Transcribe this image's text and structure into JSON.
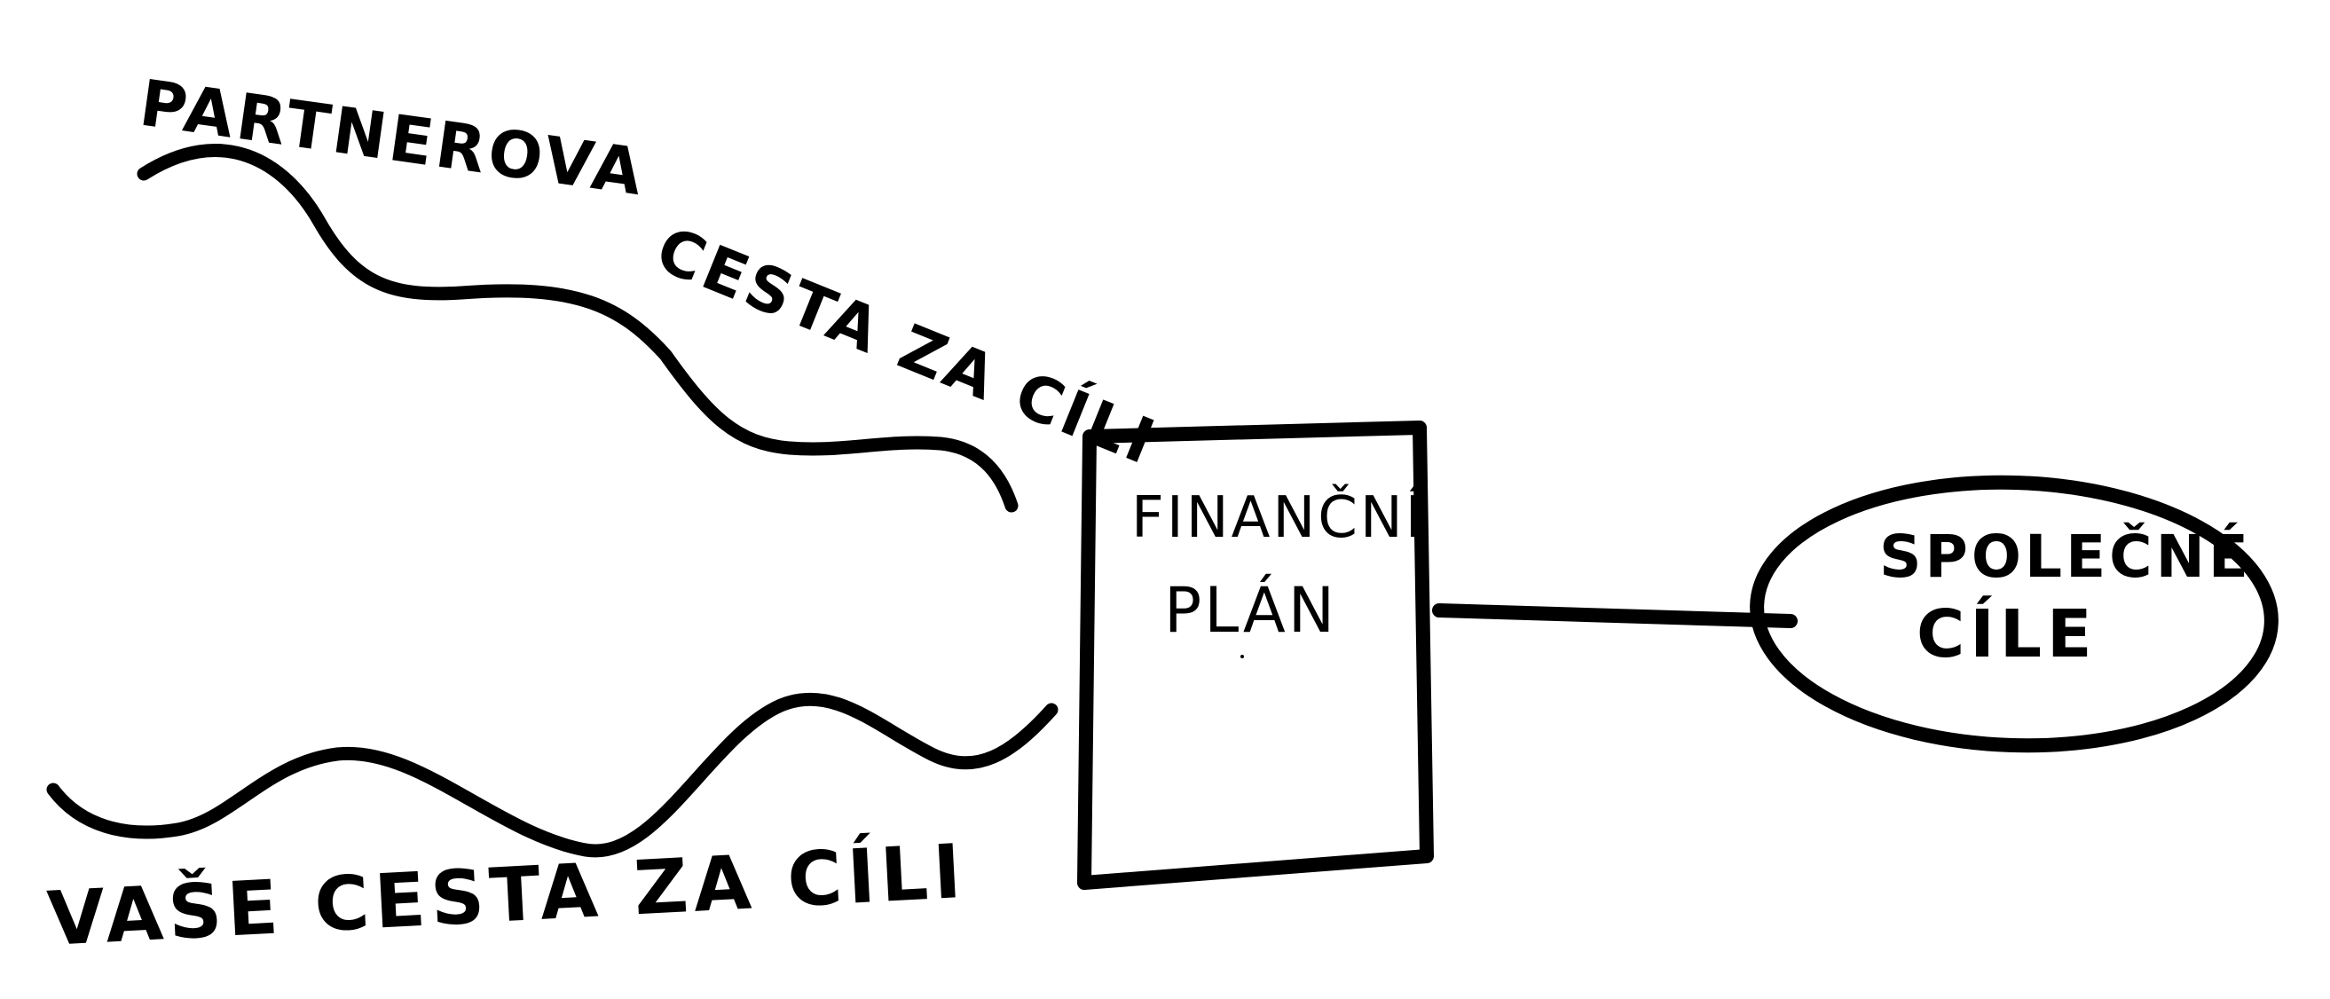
{
  "diagram": {
    "partner_path_label_1": "PARTNEROVA",
    "partner_path_label_2": "CESTA ZA CÍLI",
    "your_path_label": "VAŠE CESTA ZA CÍLI",
    "plan_label_line1": "FINANČNÍ",
    "plan_label_line2": "PLÁN",
    "goals_label_line1": "SPOLEČNÉ",
    "goals_label_line2": "CÍLE"
  },
  "colors": {
    "ink": "#000000",
    "paper": "#ffffff"
  }
}
